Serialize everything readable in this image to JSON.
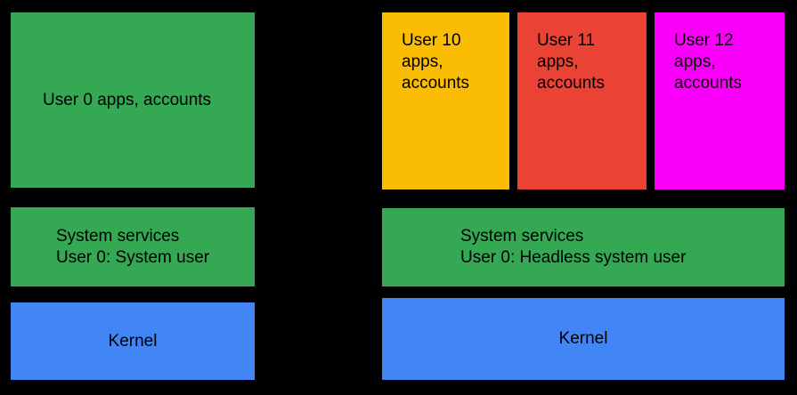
{
  "colors": {
    "background": "#000000",
    "green": "#34A853",
    "blue": "#4285F4",
    "yellow": "#FBBC04",
    "red": "#EA4335",
    "magenta": "#FA00FA",
    "text": "#000000"
  },
  "left_stack": {
    "apps_block": {
      "label": "User 0 apps, accounts",
      "color": "#34A853"
    },
    "services_block": {
      "line1": "System services",
      "line2": "User 0: System user",
      "color": "#34A853"
    },
    "kernel_block": {
      "label": "Kernel",
      "color": "#4285F4"
    }
  },
  "right_stack": {
    "user_blocks": [
      {
        "label": "User 10 apps, accounts",
        "color": "#FBBC04"
      },
      {
        "label": "User 11 apps, accounts",
        "color": "#EA4335"
      },
      {
        "label": "User 12 apps, accounts",
        "color": "#FA00FA"
      }
    ],
    "services_block": {
      "line1": "System services",
      "line2": "User 0: Headless system user",
      "color": "#34A853"
    },
    "kernel_block": {
      "label": "Kernel",
      "color": "#4285F4"
    }
  }
}
